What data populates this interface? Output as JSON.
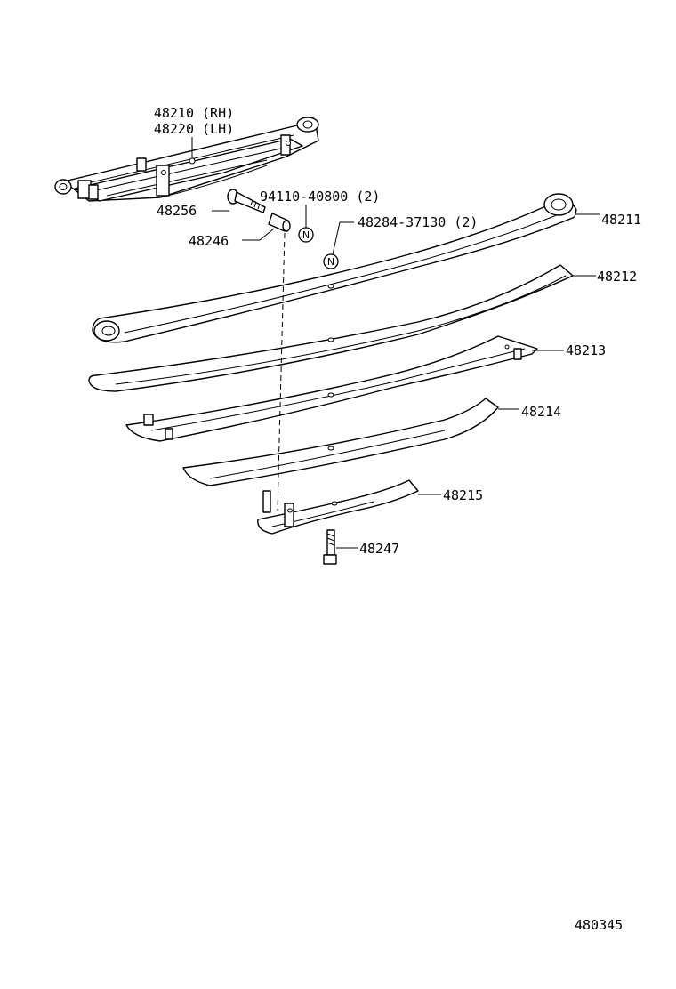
{
  "diagram": {
    "labels": {
      "assy_rh": "48210 (RH)",
      "assy_lh": "48220 (LH)",
      "bolt": "48256",
      "nut_part": "94110-40800 (2)",
      "bushing": "48246",
      "clip_nut": "48284-37130 (2)",
      "leaf_1": "48211",
      "leaf_2": "48212",
      "leaf_3": "48213",
      "leaf_4": "48214",
      "leaf_5": "48215",
      "center_bolt": "48247",
      "figure_number": "480345"
    },
    "badges": {
      "new_part": "N"
    }
  }
}
